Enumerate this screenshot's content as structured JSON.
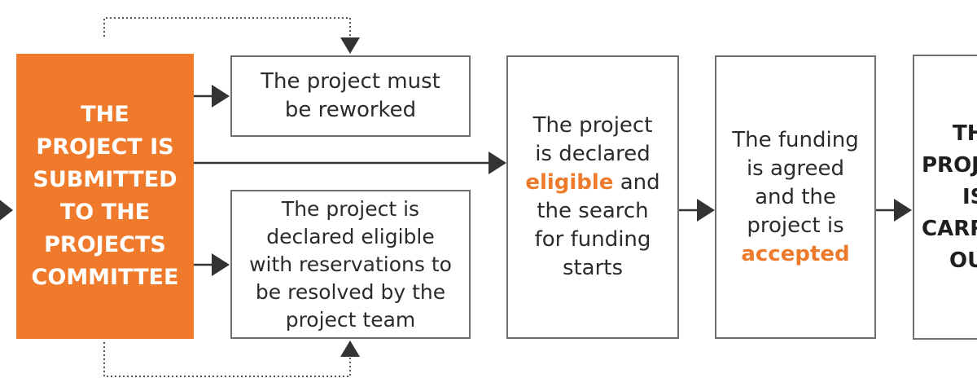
{
  "colors": {
    "accent": "#f07a2b",
    "border": "#6f6f6f",
    "arrow": "#333333"
  },
  "submitted": {
    "lines": [
      "THE",
      "PROJECT IS",
      "SUBMITTED",
      "TO THE",
      "PROJECTS",
      "COMMITTEE"
    ]
  },
  "reworked": {
    "lines": [
      "The project must",
      "be reworked"
    ]
  },
  "reservations": {
    "lines": [
      "The project is",
      "declared eligible",
      "with reservations to",
      "be resolved by the",
      "project team"
    ]
  },
  "eligible": {
    "line1": "The project",
    "line2": "is declared",
    "highlight": "eligible",
    "line3_rest": " and",
    "line4": "the search",
    "line5": "for funding",
    "line6": "starts"
  },
  "accepted": {
    "line1": "The funding",
    "line2": "is agreed",
    "line3": "and the",
    "line4": "project is",
    "highlight": "accepted"
  },
  "carried": {
    "lines": [
      "TH",
      "PROJ",
      "IS",
      "CARR",
      "OU"
    ]
  }
}
